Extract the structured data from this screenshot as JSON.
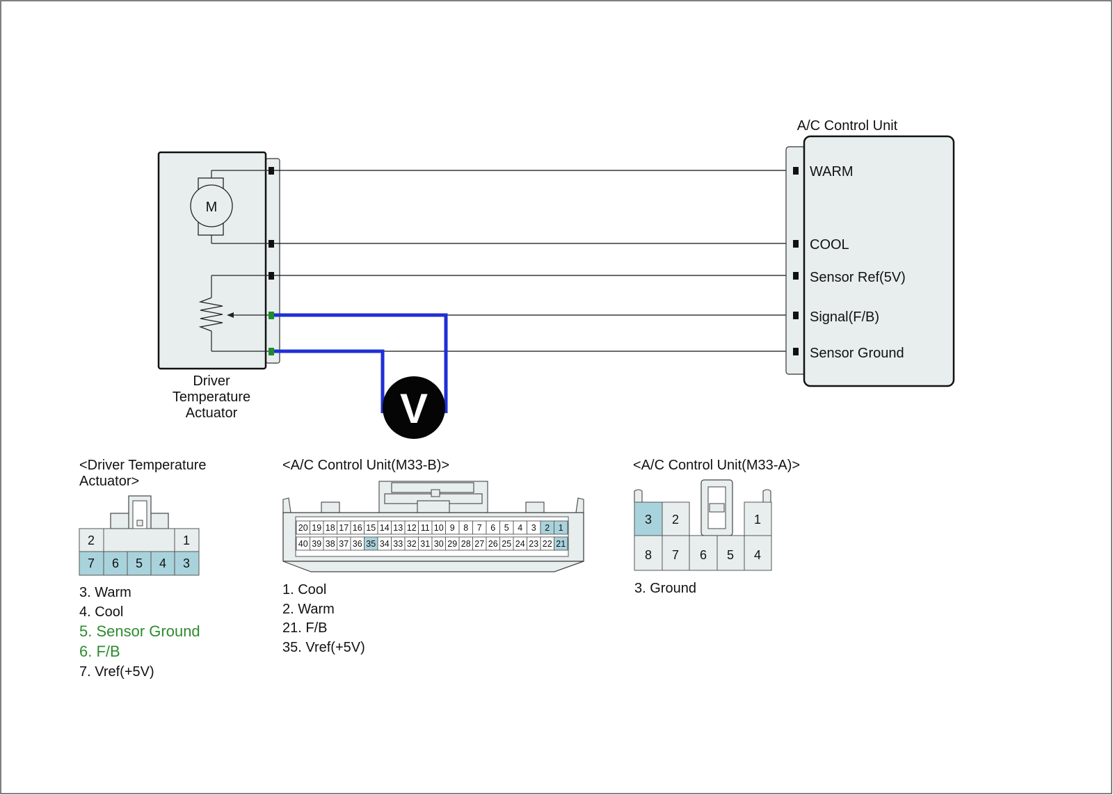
{
  "colors": {
    "box_fill": "#e8eeee",
    "highlight": "#a9d3dc",
    "probe": "#1f2fd6",
    "green_terminal": "#1f8a2e",
    "green_text": "#2e8b2e",
    "wire": "#111111"
  },
  "actuator": {
    "motor_label": "M",
    "caption": [
      "Driver",
      "Temperature",
      "Actuator"
    ]
  },
  "control_unit": {
    "title": "A/C Control Unit",
    "pins": [
      "WARM",
      "COOL",
      "Sensor Ref(5V)",
      "Signal(F/B)",
      "Sensor Ground"
    ]
  },
  "meter": {
    "label": "V"
  },
  "connectors": {
    "actuator": {
      "title": [
        "<Driver Temperature",
        "Actuator>"
      ],
      "top_pins": [
        "2",
        "1"
      ],
      "bottom_pins": [
        "7",
        "6",
        "5",
        "4",
        "3"
      ],
      "legend": [
        {
          "text": "3. Warm",
          "highlight": false
        },
        {
          "text": "4. Cool",
          "highlight": false
        },
        {
          "text": "5. Sensor Ground",
          "highlight": true
        },
        {
          "text": "6. F/B",
          "highlight": true
        },
        {
          "text": "7. Vref(+5V)",
          "highlight": false
        }
      ]
    },
    "m33b": {
      "title": "<A/C Control Unit(M33-B)>",
      "row1": [
        "20",
        "19",
        "18",
        "17",
        "16",
        "15",
        "14",
        "13",
        "12",
        "11",
        "10",
        "9",
        "8",
        "7",
        "6",
        "5",
        "4",
        "3",
        "2",
        "1"
      ],
      "row2": [
        "40",
        "39",
        "38",
        "37",
        "36",
        "35",
        "34",
        "33",
        "32",
        "31",
        "30",
        "29",
        "28",
        "27",
        "26",
        "25",
        "24",
        "23",
        "22",
        "21"
      ],
      "highlighted": [
        "1",
        "2",
        "21",
        "35"
      ],
      "legend": [
        "1. Cool",
        "2. Warm",
        "21. F/B",
        "35. Vref(+5V)"
      ]
    },
    "m33a": {
      "title": "<A/C Control Unit(M33-A)>",
      "top_pins": [
        "3",
        "2",
        "1"
      ],
      "bottom_pins": [
        "8",
        "7",
        "6",
        "5",
        "4"
      ],
      "highlighted": [
        "3"
      ],
      "legend": [
        "3. Ground"
      ]
    }
  }
}
